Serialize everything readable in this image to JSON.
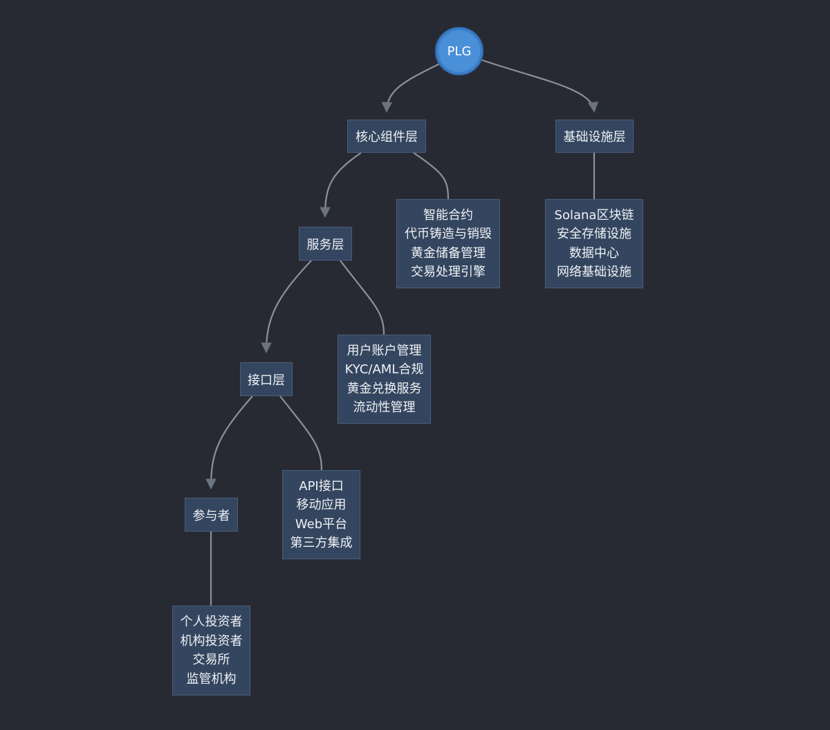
{
  "root": {
    "label": "PLG"
  },
  "layers": {
    "core": {
      "label": "核心组件层"
    },
    "infra": {
      "label": "基础设施层"
    },
    "service": {
      "label": "服务层"
    },
    "interface": {
      "label": "接口层"
    },
    "participants": {
      "label": "参与者"
    }
  },
  "details": {
    "core": [
      "智能合约",
      "代币铸造与销毁",
      "黄金储备管理",
      "交易处理引擎"
    ],
    "infra": [
      "Solana区块链",
      "安全存储设施",
      "数据中心",
      "网络基础设施"
    ],
    "service": [
      "用户账户管理",
      "KYC/AML合规",
      "黄金兑换服务",
      "流动性管理"
    ],
    "interface": [
      "API接口",
      "移动应用",
      "Web平台",
      "第三方集成"
    ],
    "participants": [
      "个人投资者",
      "机构投资者",
      "交易所",
      "监管机构"
    ]
  }
}
